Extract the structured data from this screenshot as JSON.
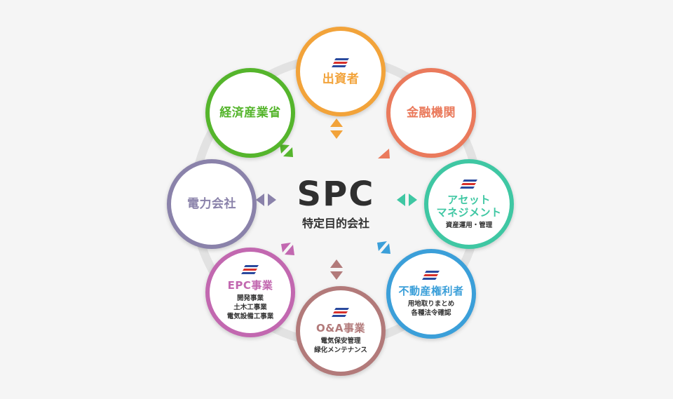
{
  "center": {
    "title": "SPC",
    "subtitle": "特定目的会社"
  },
  "nodes": [
    {
      "id": "investor",
      "title": "出資者",
      "lines": [],
      "logo": true,
      "color": "#f2a33a"
    },
    {
      "id": "financial",
      "title": "金融機関",
      "lines": [],
      "logo": false,
      "color": "#ea7a5c"
    },
    {
      "id": "asset",
      "title_lines": [
        "アセット",
        "マネジメント"
      ],
      "lines": [
        "資産運用・管理"
      ],
      "logo": true,
      "color": "#3fc7a3"
    },
    {
      "id": "realestate",
      "title": "不動産権利者",
      "lines": [
        "用地取りまとめ",
        "各種法令確認"
      ],
      "logo": true,
      "color": "#3b9fd9"
    },
    {
      "id": "om",
      "title": "O&A事業",
      "lines": [
        "電気保安管理",
        "緑化メンテナンス"
      ],
      "logo": true,
      "color": "#b27a7a"
    },
    {
      "id": "epc",
      "title": "EPC事業",
      "lines": [
        "開発事業",
        "土木工事業",
        "電気設備工事業"
      ],
      "logo": true,
      "color": "#c268b0"
    },
    {
      "id": "power",
      "title": "電力会社",
      "lines": [],
      "logo": false,
      "color": "#8a82aa"
    },
    {
      "id": "meti",
      "title": "経済産業省",
      "lines": [],
      "logo": false,
      "color": "#55b52c"
    }
  ],
  "colors": {
    "ring": "#e4e4e4",
    "brand_blue": "#2a4a9e",
    "brand_red": "#d8312b"
  }
}
